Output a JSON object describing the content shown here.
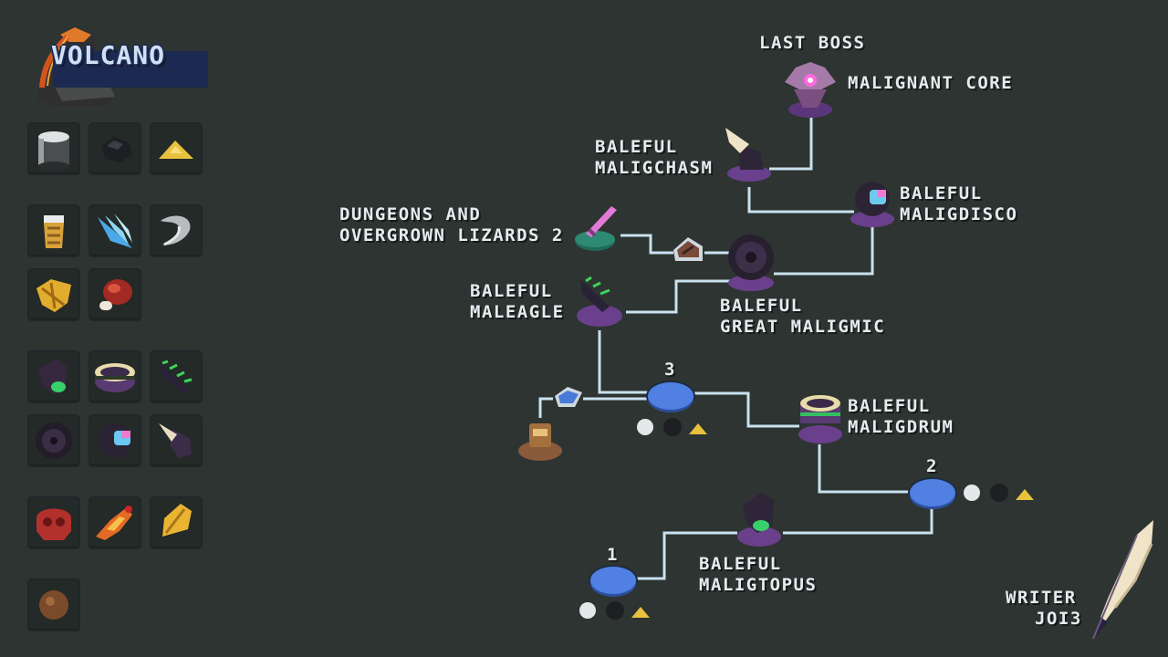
{
  "region": {
    "title": "VOLCANO"
  },
  "boss": {
    "header": "LAST BOSS",
    "name": "MALIGNANT CORE"
  },
  "nodes": {
    "malignant_core": "MALIGNANT CORE",
    "maligchasm": "BALEFUL\nMALIGCHASM",
    "maligdisco": "BALEFUL\nMALIGDISCO",
    "dungeons": "DUNGEONS AND\nOVERGROWN LIZARDS 2",
    "great_maligmic": "BALEFUL\nGREAT MALIGMIC",
    "maleagle": "BALEFUL\nMALEAGLE",
    "maligdrum": "BALEFUL\nMALIGDRUM",
    "maligtopus": "BALEFUL\nMALIGTOPUS"
  },
  "steps": {
    "one": "1",
    "two": "2",
    "three": "3"
  },
  "writer": {
    "label": "WRITER",
    "name": "JOI3"
  },
  "inventory": [
    [
      "tin-can-icon",
      "coal-icon",
      "gold-dust-icon"
    ],
    [
      "golden-idol-icon",
      "crystal-wing-icon",
      "silver-claw-icon"
    ],
    [
      "golden-leaf-icon",
      "meat-icon"
    ],
    [
      "dark-horn-icon",
      "drum-icon",
      "dark-feather-icon"
    ],
    [
      "vinyl-record-icon",
      "disco-helmet-icon",
      "dark-horn-white-icon"
    ],
    [
      "red-skull-icon",
      "fire-bird-icon",
      "golden-seed-icon"
    ],
    [
      "brown-ball-icon"
    ]
  ],
  "colors": {
    "background": "#2d3431",
    "path": "#c9e1ef",
    "blue_pad": "#4f80e2",
    "purple": "#7a4b9b",
    "text": "#e3ecef"
  }
}
